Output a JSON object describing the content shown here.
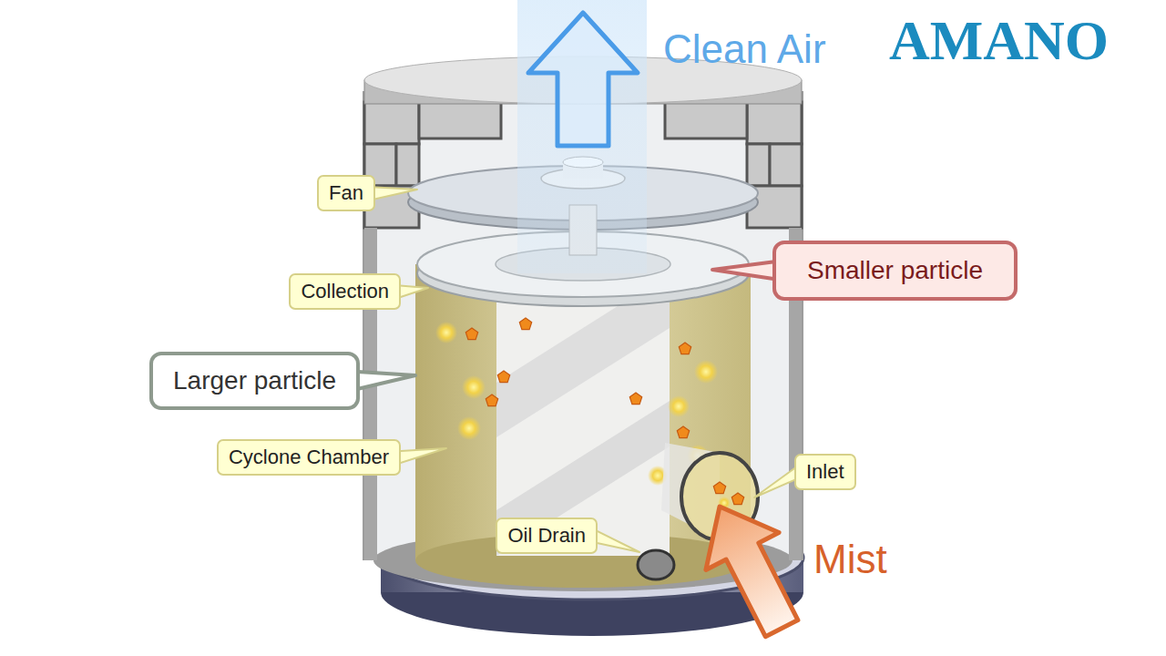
{
  "diagram": {
    "nodes": [
      {
        "text": [
          "Fan"
        ]
      },
      {
        "text": [
          "Smaller particle"
        ]
      },
      {
        "text": [
          "Collection"
        ]
      },
      {
        "text": [
          "Larger particle"
        ]
      },
      {
        "text": [
          "Cyclone Chamber"
        ]
      },
      {
        "text": [
          "Inlet"
        ]
      },
      {
        "text": [
          "Oil Drain"
        ]
      }
    ],
    "labels": [
      "Clean Air",
      "AMANO",
      "Mist"
    ]
  }
}
